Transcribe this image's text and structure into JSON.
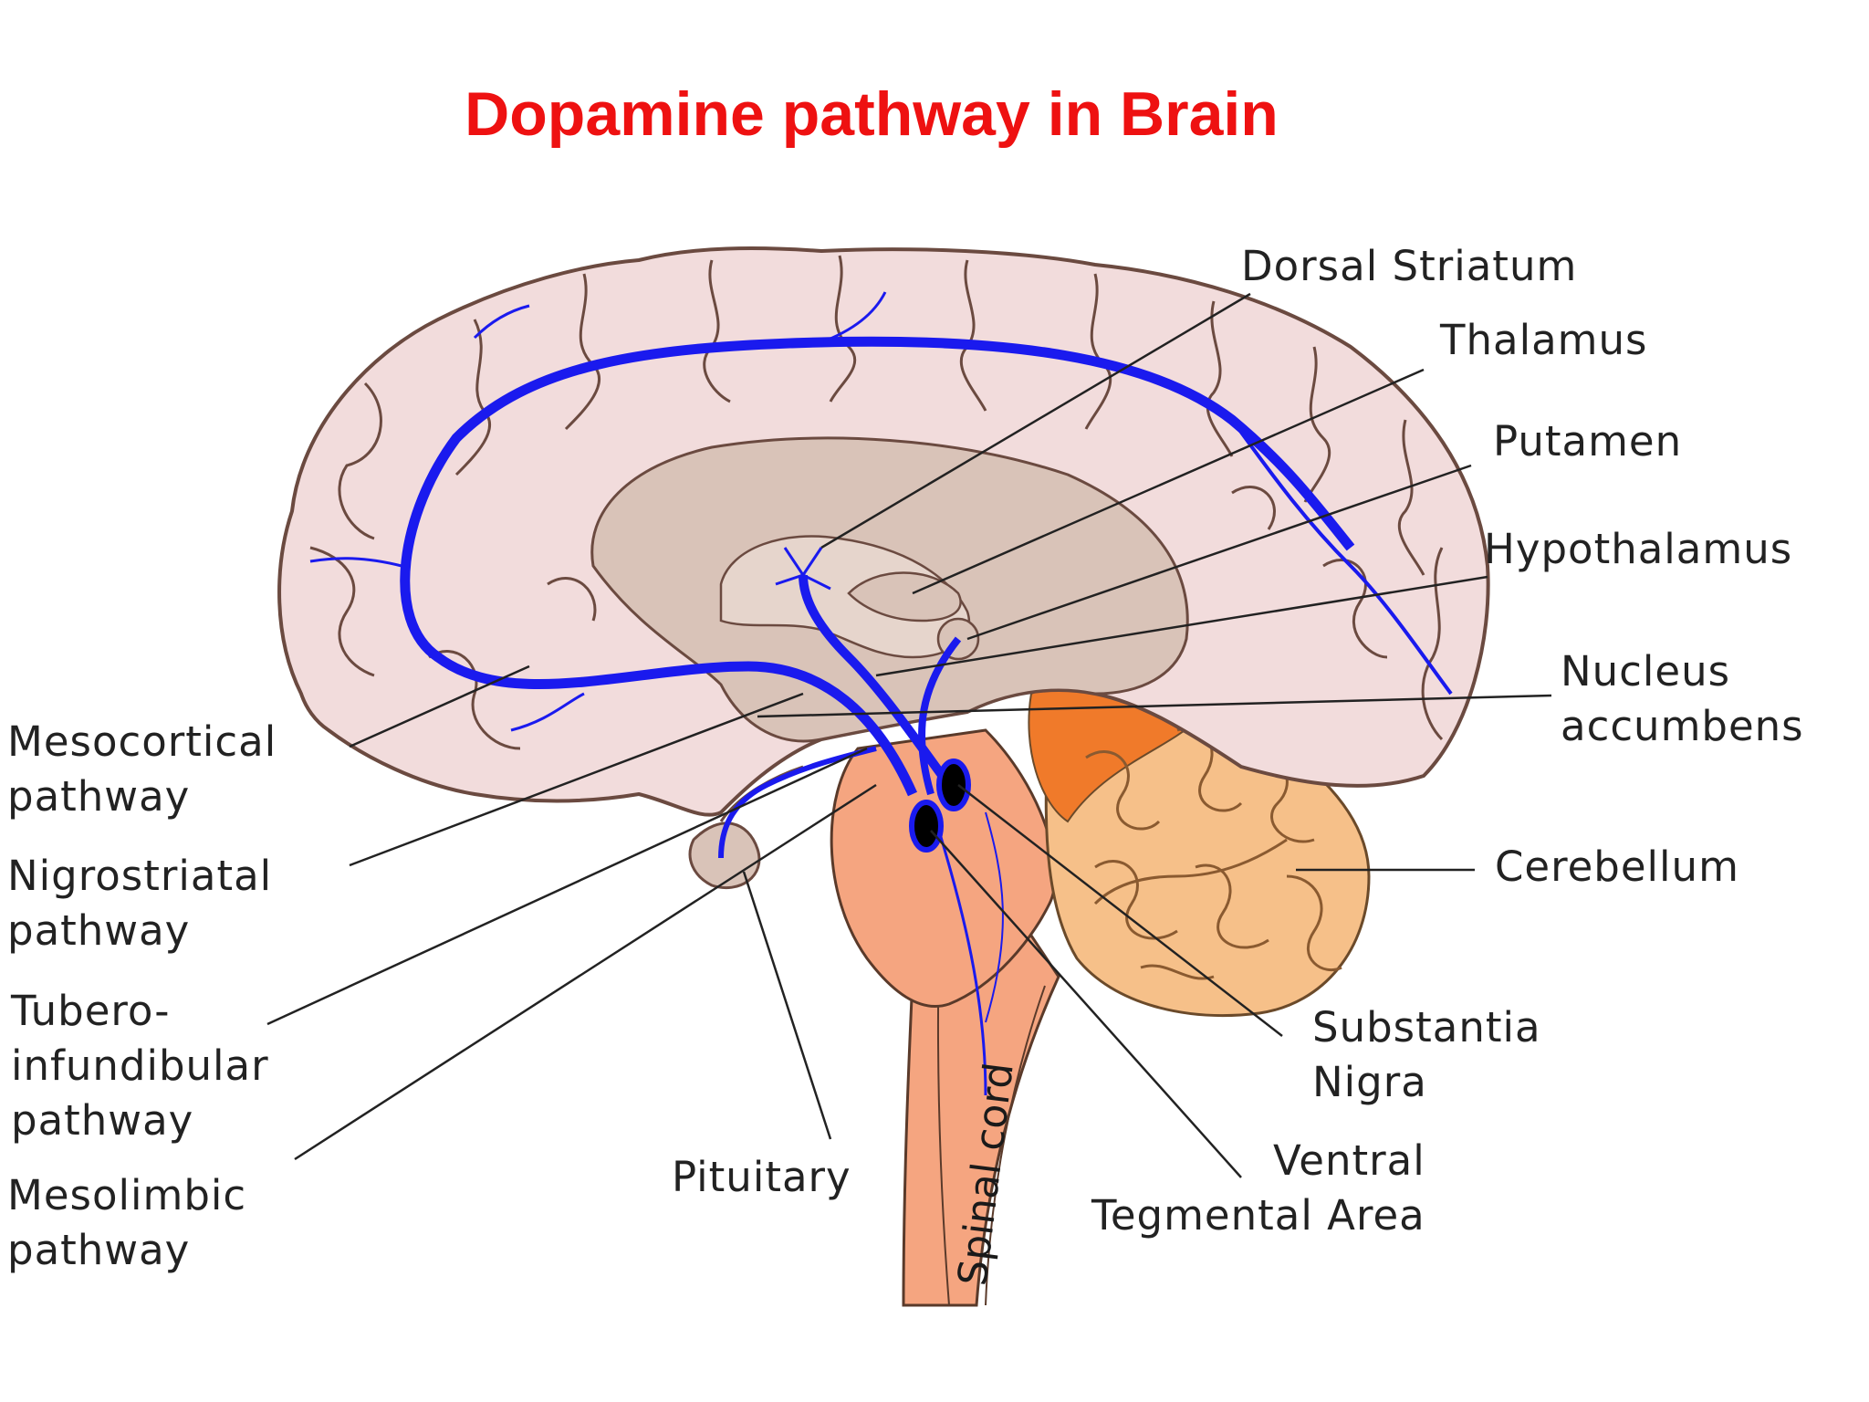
{
  "title": "Dopamine pathway in Brain",
  "colors": {
    "title": "#ee1111",
    "pathway": "#1a1aee",
    "cortex": "#f2dcdc",
    "inner": "#d9c3b8",
    "brainstem": "#f5a580",
    "cerebellum": "#f6c089",
    "cerebellum_core": "#f07a2a"
  },
  "labels": {
    "dorsal_striatum": "Dorsal Striatum",
    "thalamus": "Thalamus",
    "putamen": "Putamen",
    "hypothalamus": "Hypothalamus",
    "nucleus_accumbens": "Nucleus\naccumbens",
    "cerebellum": "Cerebellum",
    "substantia_nigra": "Substantia\nNigra",
    "ventral_tegmental_area": "Ventral\nTegmental Area",
    "pituitary": "Pituitary",
    "spinal_cord": "Spinal cord",
    "mesocortical": "Mesocortical\npathway",
    "nigrostriatal": "Nigrostriatal\npathway",
    "tuberoinfundibular": "Tubero-\ninfundibular\npathway",
    "mesolimbic": "Mesolimbic\npathway"
  }
}
